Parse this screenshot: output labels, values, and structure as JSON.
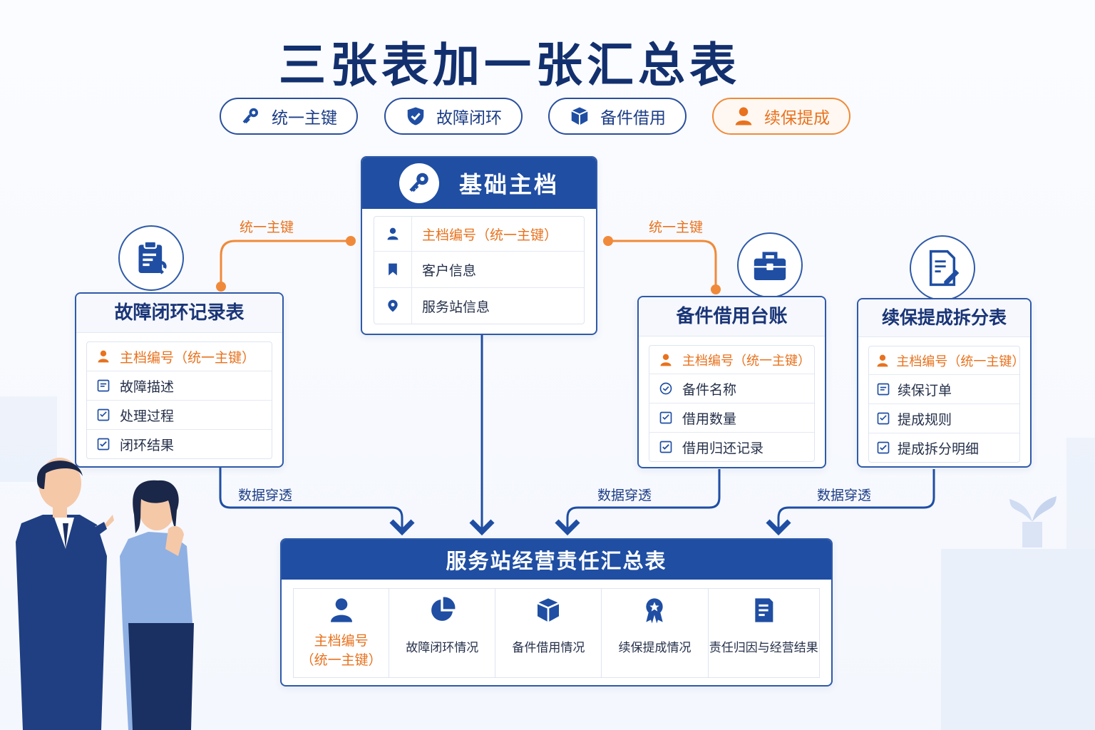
{
  "title": "三张表加一张汇总表",
  "pills": [
    {
      "label": "统一主键",
      "icon": "key-icon"
    },
    {
      "label": "故障闭环",
      "icon": "shield-check-icon"
    },
    {
      "label": "备件借用",
      "icon": "box-icon"
    },
    {
      "label": "续保提成",
      "icon": "user-orange-icon"
    }
  ],
  "master": {
    "title": "基础主档",
    "rows": [
      "主档编号（统一主键）",
      "客户信息",
      "服务站信息"
    ]
  },
  "fault_table": {
    "title": "故障闭环记录表",
    "rows": [
      "主档编号（统一主键）",
      "故障描述",
      "处理过程",
      "闭环结果"
    ]
  },
  "parts_table": {
    "title": "备件借用台账",
    "rows": [
      "主档编号（统一主键）",
      "备件名称",
      "借用数量",
      "借用归还记录"
    ]
  },
  "renewal_table": {
    "title": "续保提成拆分表",
    "rows": [
      "主档编号（统一主键）",
      "续保订单",
      "提成规则",
      "提成拆分明细"
    ]
  },
  "connector_labels": {
    "left_key": "统一主键",
    "right_key": "统一主键",
    "flow_left": "数据穿透",
    "flow_mid": "数据穿透",
    "flow_right": "数据穿透"
  },
  "summary": {
    "title": "服务站经营责任汇总表",
    "cells": [
      "主档编号",
      "（统一主键）",
      "故障闭环情况",
      "备件借用情况",
      "续保提成情况",
      "责任归因与经营结果"
    ]
  },
  "colors": {
    "primary": "#1f4ea3",
    "accent": "#e8721e",
    "title": "#13306e"
  }
}
